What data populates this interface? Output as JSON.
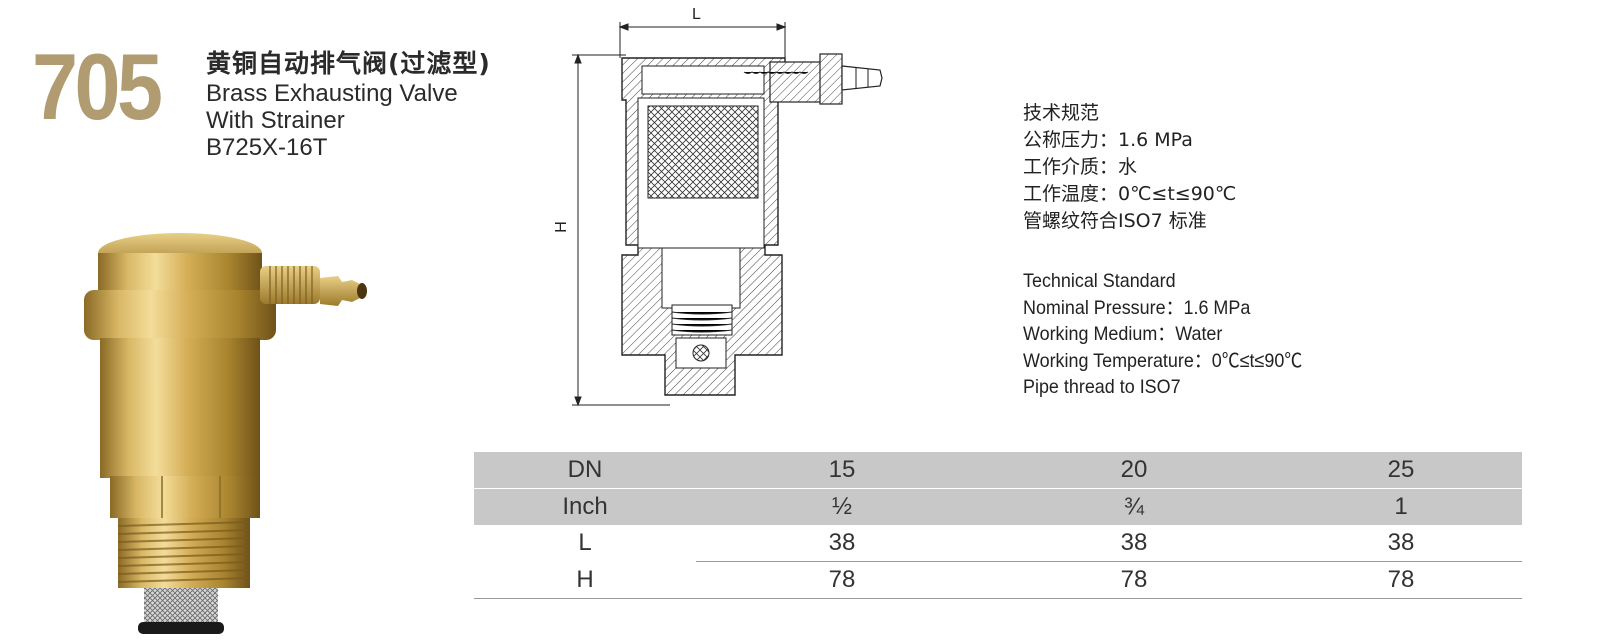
{
  "product": {
    "model_number": "705",
    "title_cn": "黄铜自动排气阀(过滤型)",
    "title_en_line1": "Brass Exhausting Valve",
    "title_en_line2": "With Strainer",
    "code": "B725X-16T"
  },
  "drawing": {
    "dim_length_label": "L",
    "dim_height_label": "H"
  },
  "spec_cn": {
    "heading": "技术规范",
    "pressure": "公称压力：1.6 MPa",
    "medium": "工作介质：水",
    "temperature": "工作温度：0℃≤t≤90℃",
    "thread": "管螺纹符合ISO7 标准"
  },
  "spec_en": {
    "heading": "Technical Standard",
    "pressure": "Nominal Pressure：1.6 MPa",
    "medium": "Working Medium：Water",
    "temperature": "Working Temperature：0℃≤t≤90℃",
    "thread": "Pipe thread to ISO7"
  },
  "table": {
    "rows": [
      {
        "label": "DN",
        "values": [
          "15",
          "20",
          "25"
        ]
      },
      {
        "label": "Inch",
        "values": [
          "½",
          "¾",
          "1"
        ]
      },
      {
        "label": "L",
        "values": [
          "38",
          "38",
          "38"
        ]
      },
      {
        "label": "H",
        "values": [
          "78",
          "78",
          "78"
        ]
      }
    ]
  },
  "colors": {
    "brand_gold": "#b19c71",
    "table_header_bg": "#c8c8c8",
    "table_label_dark": "#777777"
  }
}
